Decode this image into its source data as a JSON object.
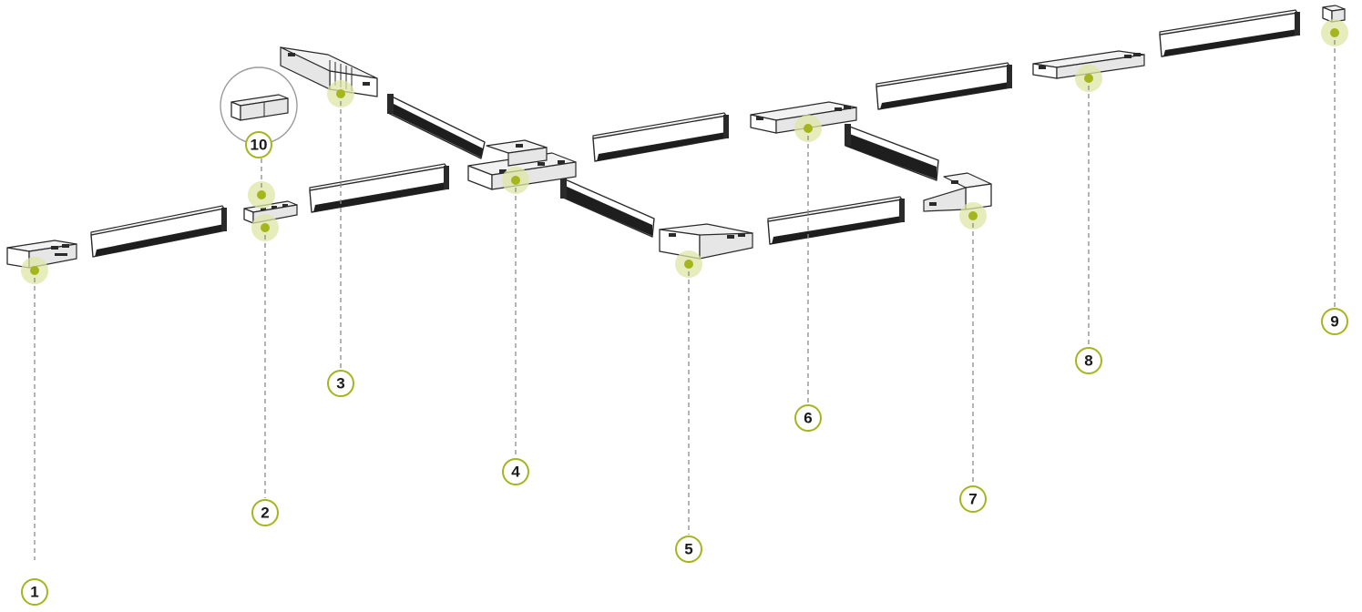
{
  "diagram": {
    "markers": [
      {
        "id": "m1",
        "label": "1"
      },
      {
        "id": "m2",
        "label": "2"
      },
      {
        "id": "m3",
        "label": "3"
      },
      {
        "id": "m4",
        "label": "4"
      },
      {
        "id": "m5",
        "label": "5"
      },
      {
        "id": "m6",
        "label": "6"
      },
      {
        "id": "m7",
        "label": "7"
      },
      {
        "id": "m8",
        "label": "8"
      },
      {
        "id": "m9",
        "label": "9"
      },
      {
        "id": "m10",
        "label": "10"
      }
    ],
    "colors": {
      "accent": "#a5b51e",
      "halo": "#dfe5a6",
      "leader": "#8c8c8c",
      "outline": "#2a2a2a"
    }
  }
}
